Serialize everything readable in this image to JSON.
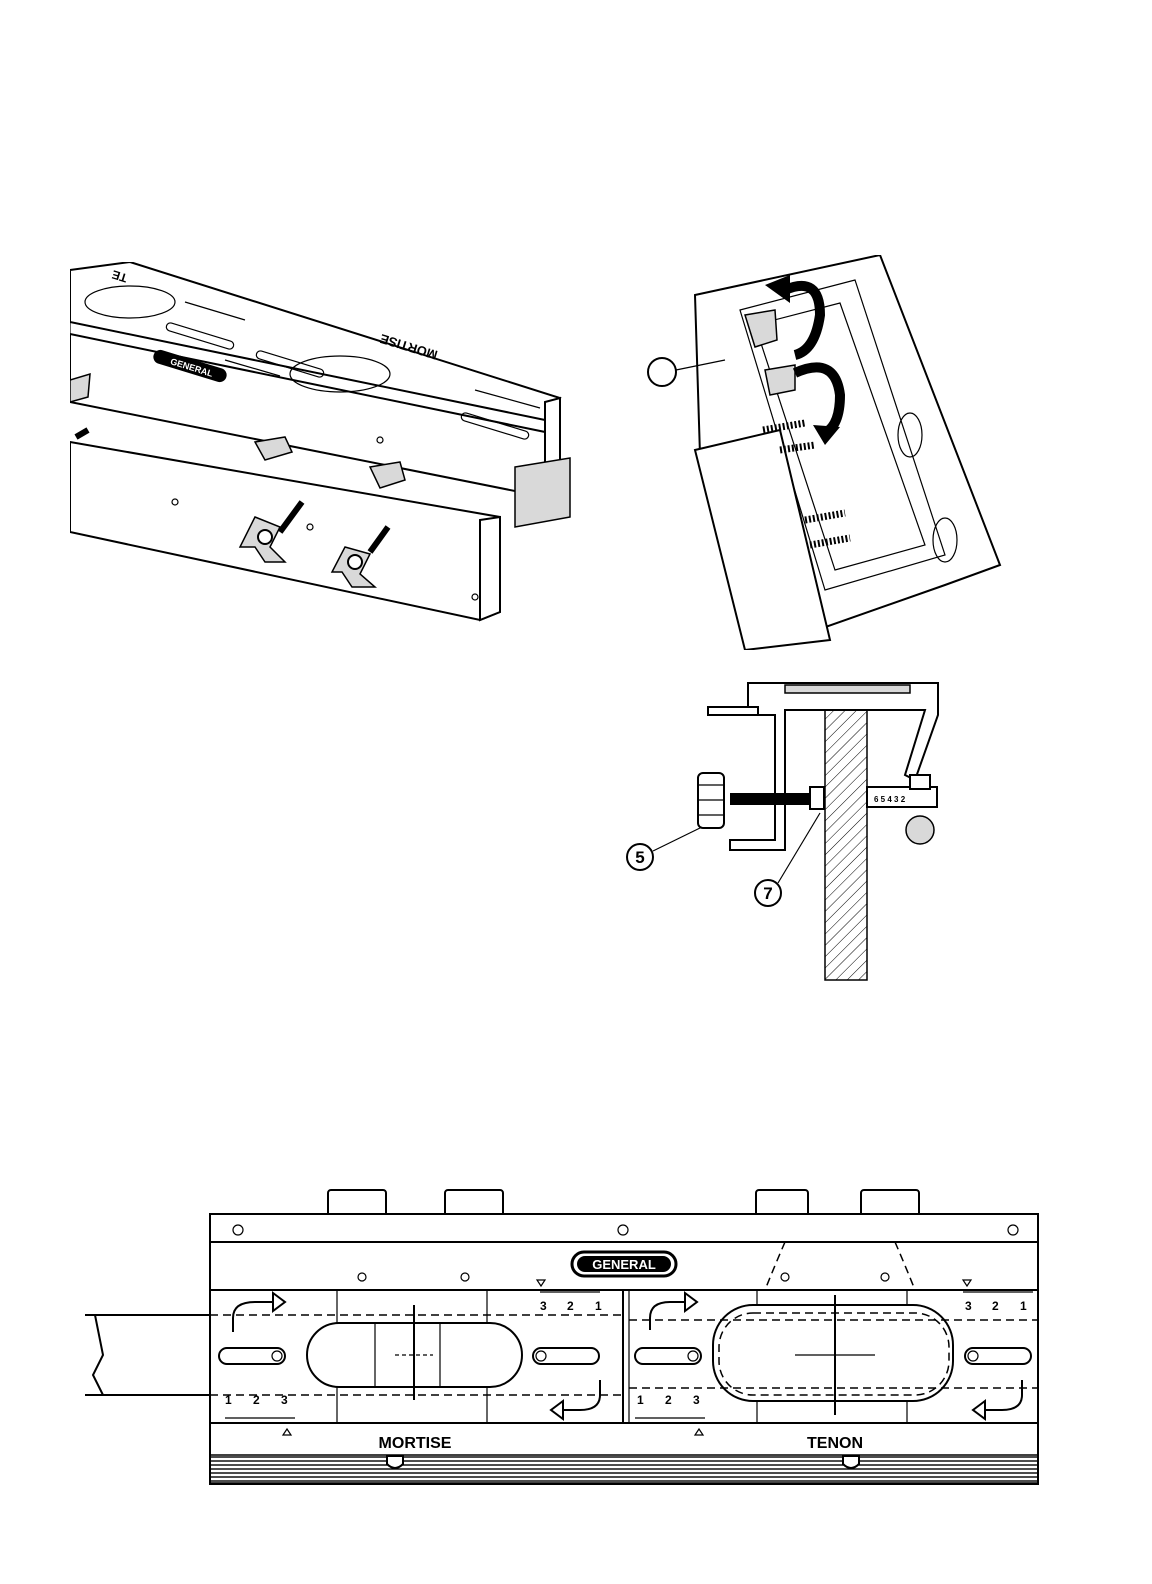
{
  "fig1": {
    "labels": {
      "mortise": "MORTISE",
      "brand": "GENERAL",
      "corner": "TE"
    }
  },
  "fig2": {
    "callout": ""
  },
  "fig3": {
    "callouts": [
      "5",
      "7"
    ],
    "scale": "6 5 4 3 2"
  },
  "fig4": {
    "brand": "GENERAL",
    "mortise_label": "MORTISE",
    "tenon_label": "TENON",
    "ruler_top": [
      "3",
      "2",
      "1"
    ],
    "ruler_bottom": [
      "1",
      "2",
      "3"
    ]
  }
}
